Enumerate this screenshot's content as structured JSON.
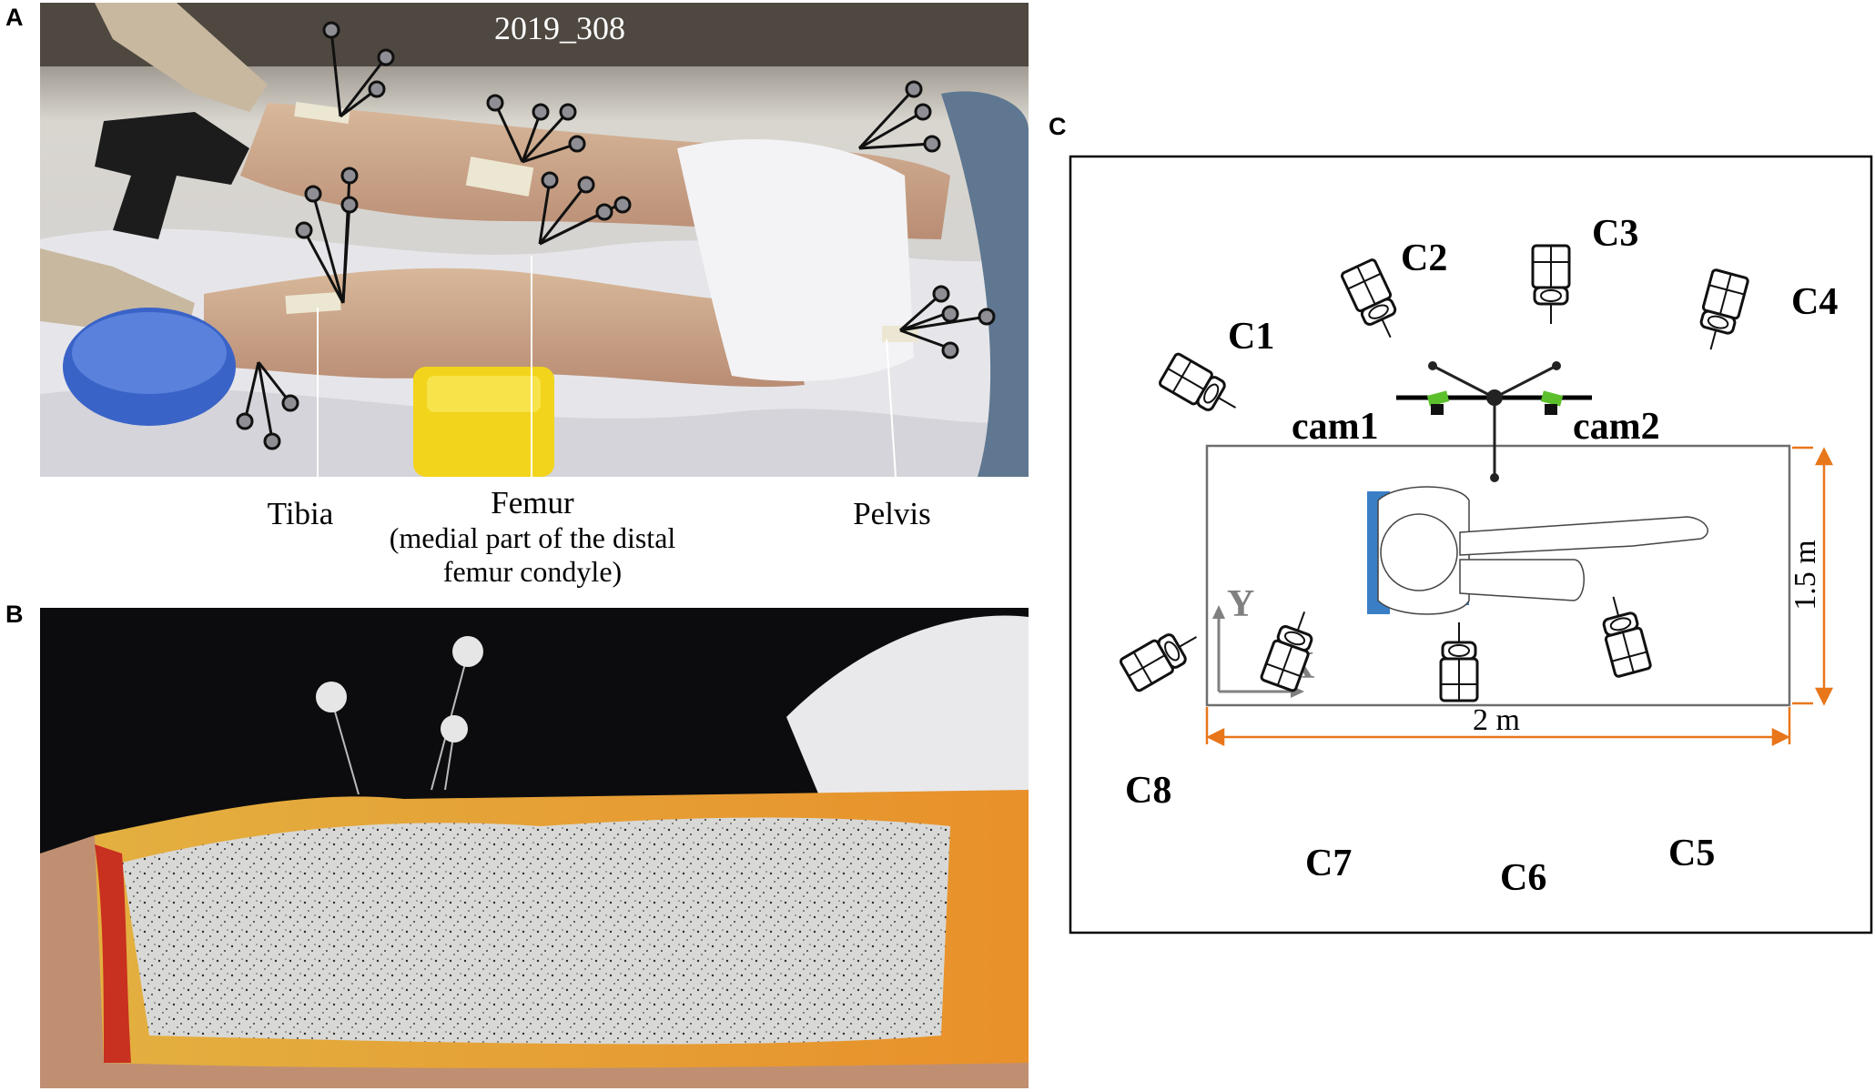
{
  "panels": {
    "a": "A",
    "b": "B",
    "c": "C"
  },
  "panel_a": {
    "stamp": "2019_308",
    "labels": {
      "tibia": "Tibia",
      "femur": "Femur",
      "femur_sub_1": "(medial part of the distal",
      "femur_sub_2": "femur condyle)",
      "pelvis": "Pelvis"
    }
  },
  "panel_c": {
    "cameras": [
      "C1",
      "C2",
      "C3",
      "C4",
      "C5",
      "C6",
      "C7",
      "C8"
    ],
    "stereo_cameras": [
      "cam1",
      "cam2"
    ],
    "width_label": "2 m",
    "height_label": "1.5 m",
    "axis_x": "X",
    "axis_y": "Y",
    "colors": {
      "dimension": "#e8761a",
      "support": "#3a7fc6",
      "stereo": "#5cc02c"
    }
  }
}
